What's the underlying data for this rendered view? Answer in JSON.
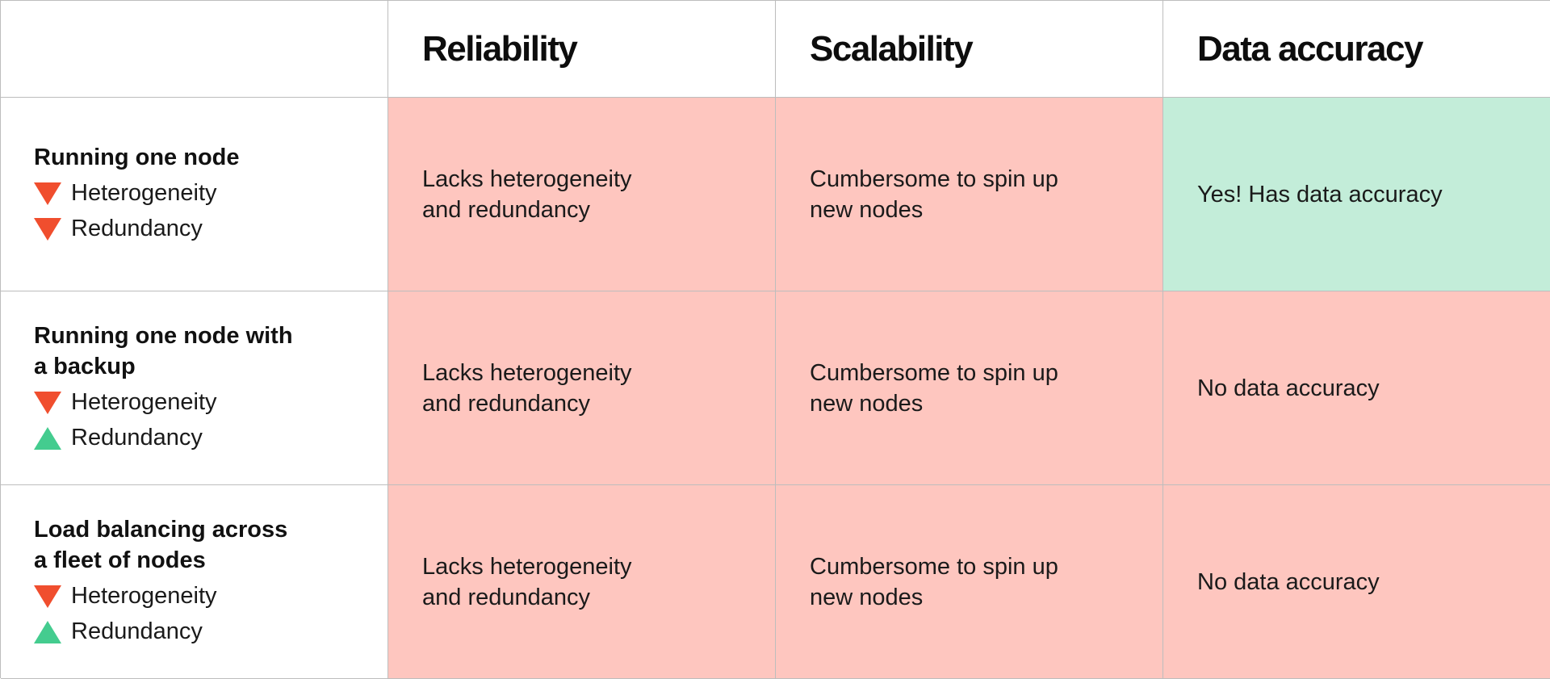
{
  "columns": [
    "Reliability",
    "Scalability",
    "Data accuracy"
  ],
  "rows": [
    {
      "title": "Running one node",
      "indicators": [
        {
          "label": "Heterogeneity",
          "direction": "down",
          "icon": "triangle-down-icon",
          "color": "#f04e2e"
        },
        {
          "label": "Redundancy",
          "direction": "down",
          "icon": "triangle-down-icon",
          "color": "#f04e2e"
        }
      ],
      "cells": [
        {
          "text": "Lacks heterogeneity\nand redundancy",
          "status": "bad"
        },
        {
          "text": "Cumbersome to spin up\nnew nodes",
          "status": "bad"
        },
        {
          "text": "Yes! Has data accuracy",
          "status": "good"
        }
      ]
    },
    {
      "title": "Running one node with\na backup",
      "indicators": [
        {
          "label": "Heterogeneity",
          "direction": "down",
          "icon": "triangle-down-icon",
          "color": "#f04e2e"
        },
        {
          "label": "Redundancy",
          "direction": "up",
          "icon": "triangle-up-icon",
          "color": "#44cc8f"
        }
      ],
      "cells": [
        {
          "text": "Lacks heterogeneity\nand redundancy",
          "status": "bad"
        },
        {
          "text": "Cumbersome to spin up\nnew nodes",
          "status": "bad"
        },
        {
          "text": "No data accuracy",
          "status": "bad"
        }
      ]
    },
    {
      "title": "Load balancing across\na fleet of nodes",
      "indicators": [
        {
          "label": "Heterogeneity",
          "direction": "down",
          "icon": "triangle-down-icon",
          "color": "#f04e2e"
        },
        {
          "label": "Redundancy",
          "direction": "up",
          "icon": "triangle-up-icon",
          "color": "#44cc8f"
        }
      ],
      "cells": [
        {
          "text": "Lacks heterogeneity\nand redundancy",
          "status": "bad"
        },
        {
          "text": "Cumbersome to spin up\nnew nodes",
          "status": "bad"
        },
        {
          "text": "No data accuracy",
          "status": "bad"
        }
      ]
    }
  ],
  "colors": {
    "bad": "#fec6bf",
    "good": "#c3edd9",
    "down": "#f04e2e",
    "up": "#44cc8f",
    "border": "#bdbdbd"
  }
}
